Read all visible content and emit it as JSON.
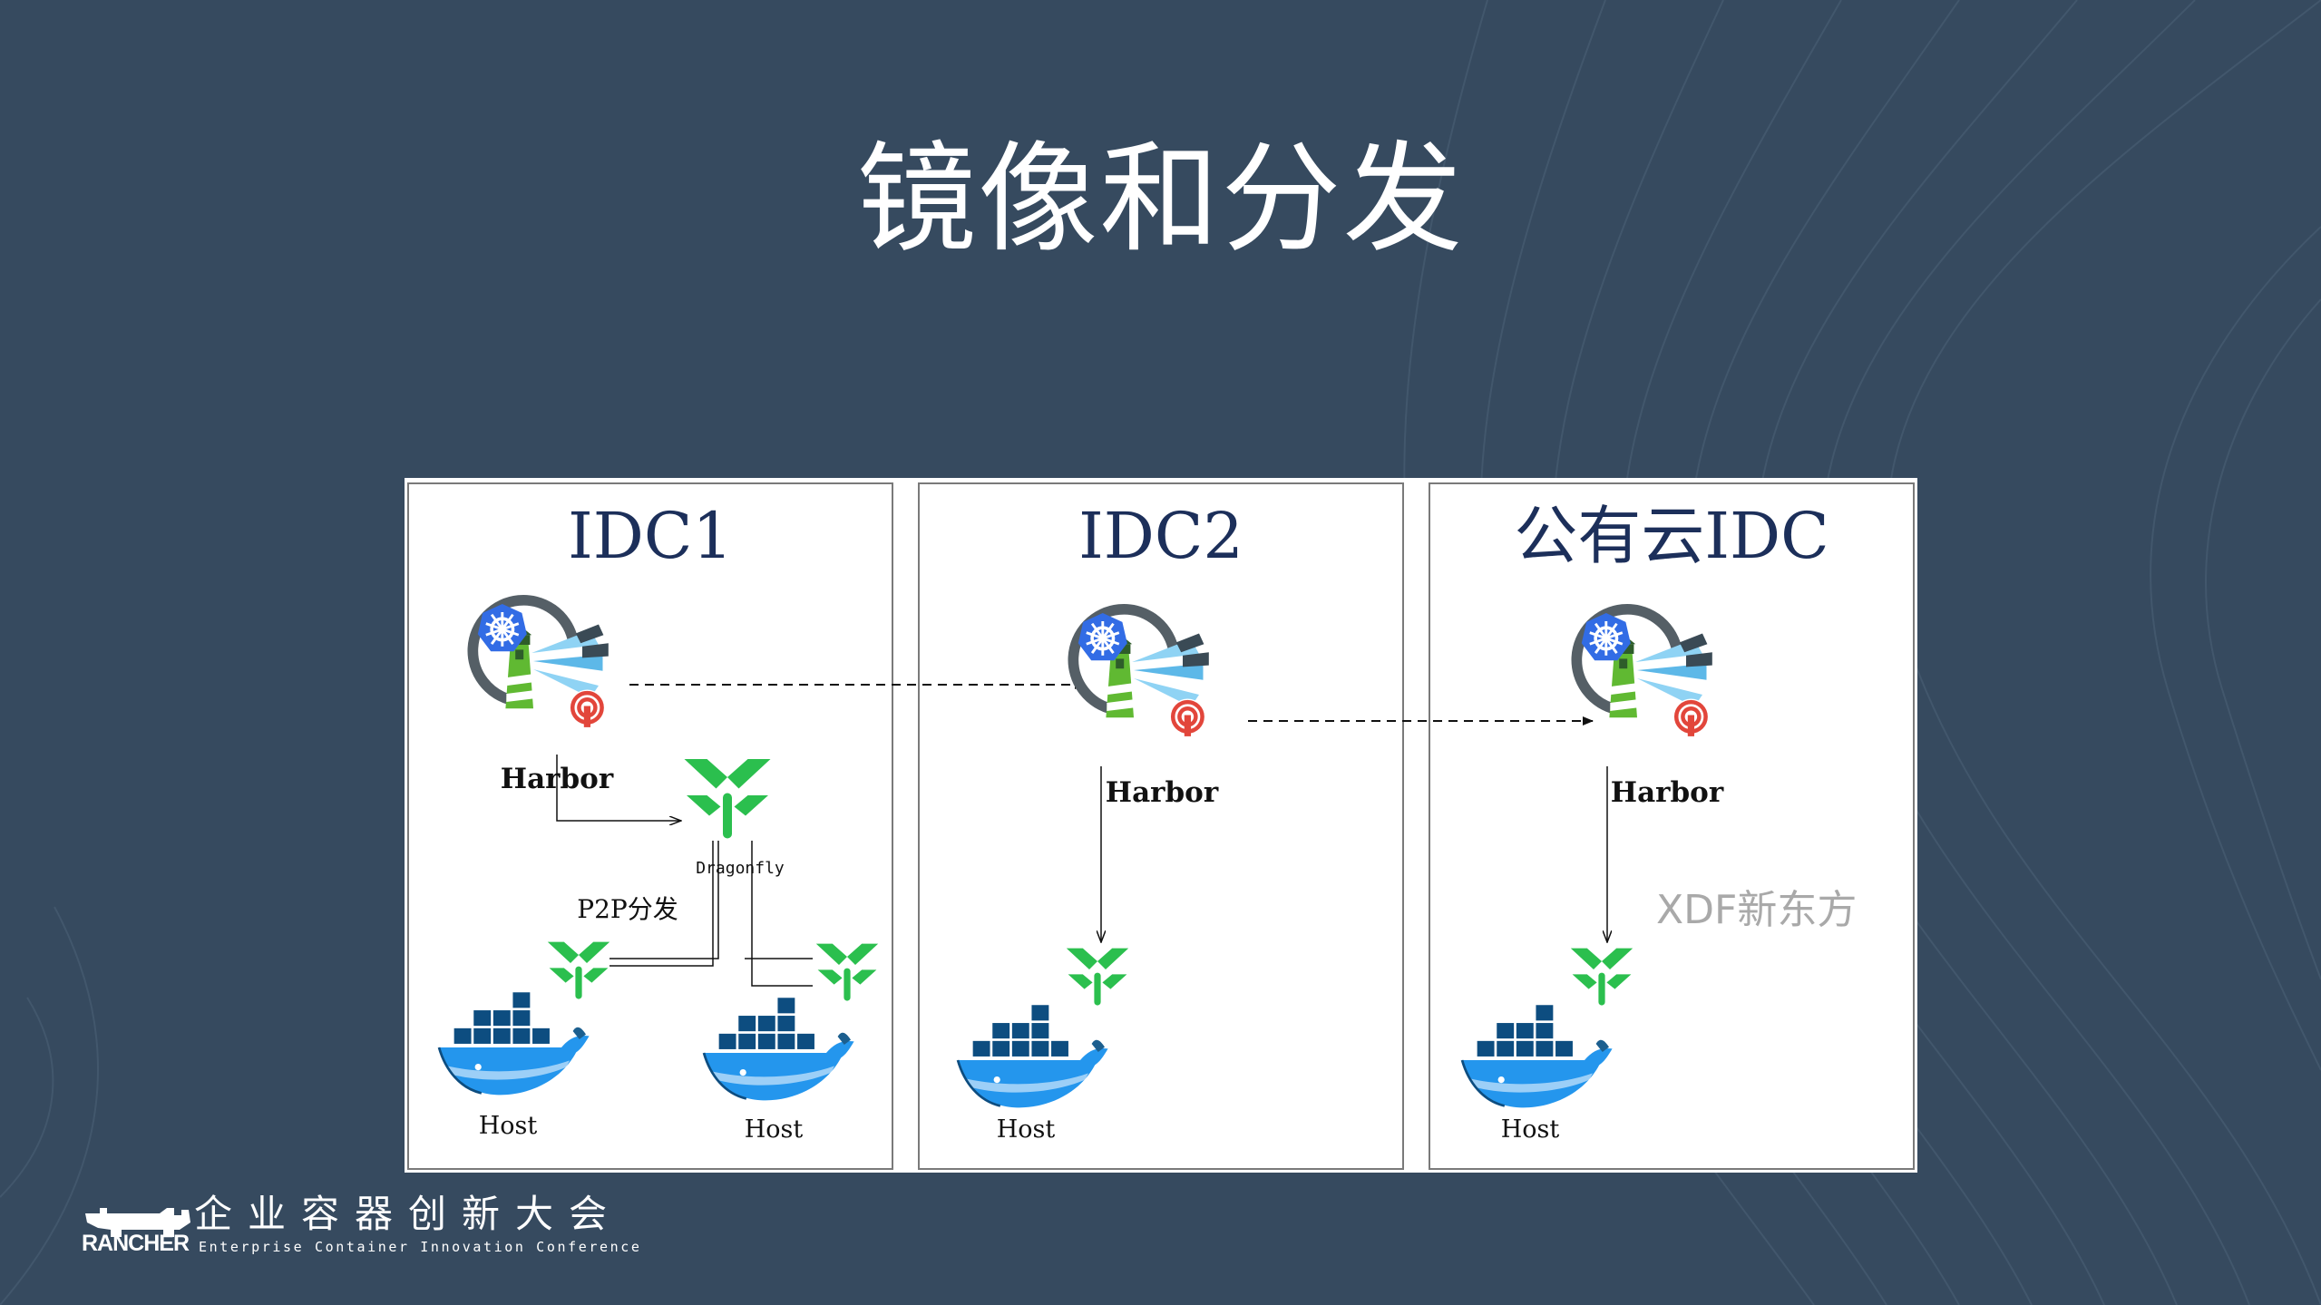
{
  "slide": {
    "title": "镜像和分发"
  },
  "colors": {
    "background": "#364a5f",
    "panel": "#ffffff",
    "panel_border": "#7a7a7a",
    "kubernetes_blue": "#326ce5",
    "dragonfly_green": "#2bbf4e",
    "docker_blue": "#2496ed",
    "harbor_red": "#e2463b"
  },
  "panels": [
    {
      "title": "IDC1",
      "harbor_label": "Harbor",
      "dragonfly_label": "Dragonfly",
      "p2p_label": "P2P分发",
      "hosts": [
        "Host",
        "Host"
      ]
    },
    {
      "title": "IDC2",
      "harbor_label": "Harbor",
      "hosts": [
        "Host"
      ]
    },
    {
      "title": "公有云IDC",
      "harbor_label": "Harbor",
      "hosts": [
        "Host"
      ],
      "watermark": "XDF新东方"
    }
  ],
  "footer": {
    "brand": "RANCHER",
    "conference_cn": "企业容器创新大会",
    "conference_en": "Enterprise Container Innovation Conference"
  },
  "icons": [
    "kubernetes-icon",
    "harbor-lighthouse-icon",
    "harbor-notary-icon",
    "dragonfly-icon",
    "docker-whale-icon",
    "rancher-cow-icon"
  ]
}
